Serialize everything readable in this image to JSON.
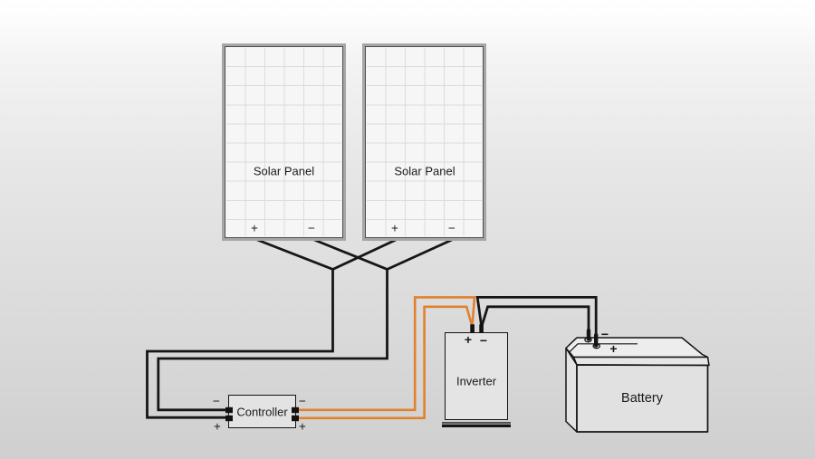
{
  "diagram": {
    "panels": [
      {
        "label": "Solar Panel",
        "plus": "+",
        "minus": "−"
      },
      {
        "label": "Solar Panel",
        "plus": "+",
        "minus": "−"
      }
    ],
    "controller": {
      "label": "Controller",
      "left_minus": "−",
      "left_plus": "+",
      "right_minus": "−",
      "right_plus": "+"
    },
    "inverter": {
      "label": "Inverter",
      "plus": "+",
      "minus": "−"
    },
    "battery": {
      "label": "Battery",
      "minus": "−",
      "plus": "+"
    },
    "colors": {
      "wire_black": "#161616",
      "wire_orange": "#e2812d",
      "panel_frame": "#a6a6a6",
      "background_top": "#ffffff",
      "background_bottom": "#cfcfcf"
    }
  }
}
